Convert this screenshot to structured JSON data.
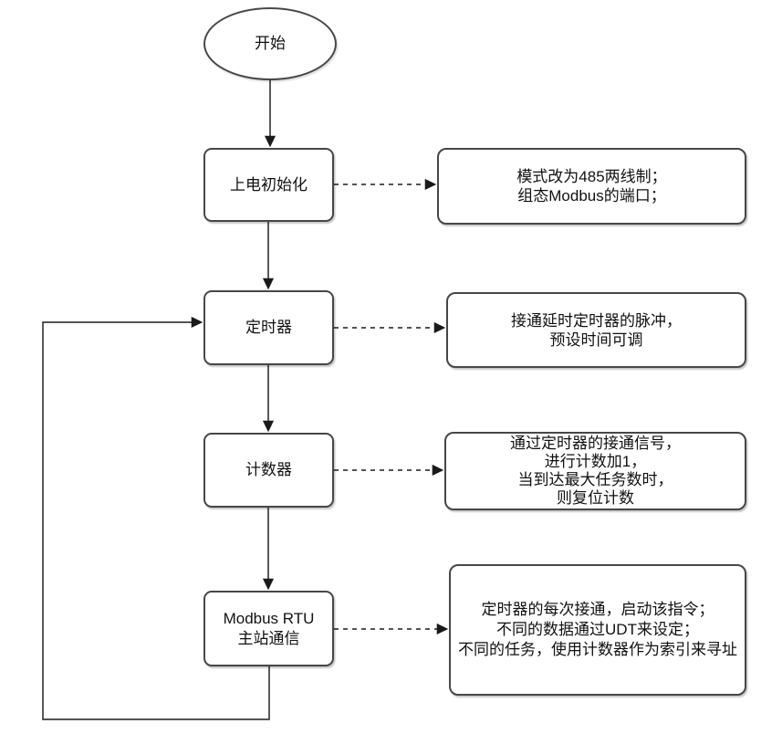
{
  "colors": {
    "background": "#ffffff",
    "connector_stroke": "#3d3d3d",
    "box_border": "#474747",
    "text": "#111111"
  },
  "flowchart": {
    "nodes": {
      "start": {
        "label": "开始"
      },
      "init": {
        "label": "上电初始化"
      },
      "timer": {
        "label": "定时器"
      },
      "counter": {
        "label": "计数器"
      },
      "modbus": {
        "lines": {
          "0": "Modbus RTU",
          "1": "主站通信"
        }
      }
    },
    "annotations": {
      "init_note": {
        "lines": {
          "0": "模式改为485两线制；",
          "1": "组态Modbus的端口；"
        }
      },
      "timer_note": {
        "lines": {
          "0": "接通延时定时器的脉冲，",
          "1": "预设时间可调"
        }
      },
      "counter_note": {
        "lines": {
          "0": "通过定时器的接通信号，",
          "1": "进行计数加1，",
          "2": "当到达最大任务数时，",
          "3": "则复位计数"
        }
      },
      "modbus_note": {
        "lines": {
          "0": "定时器的每次接通，启动该指令；",
          "1": "不同的数据通过UDT来设定；",
          "2": "不同的任务，使用计数器作为索引来寻址"
        }
      }
    }
  }
}
